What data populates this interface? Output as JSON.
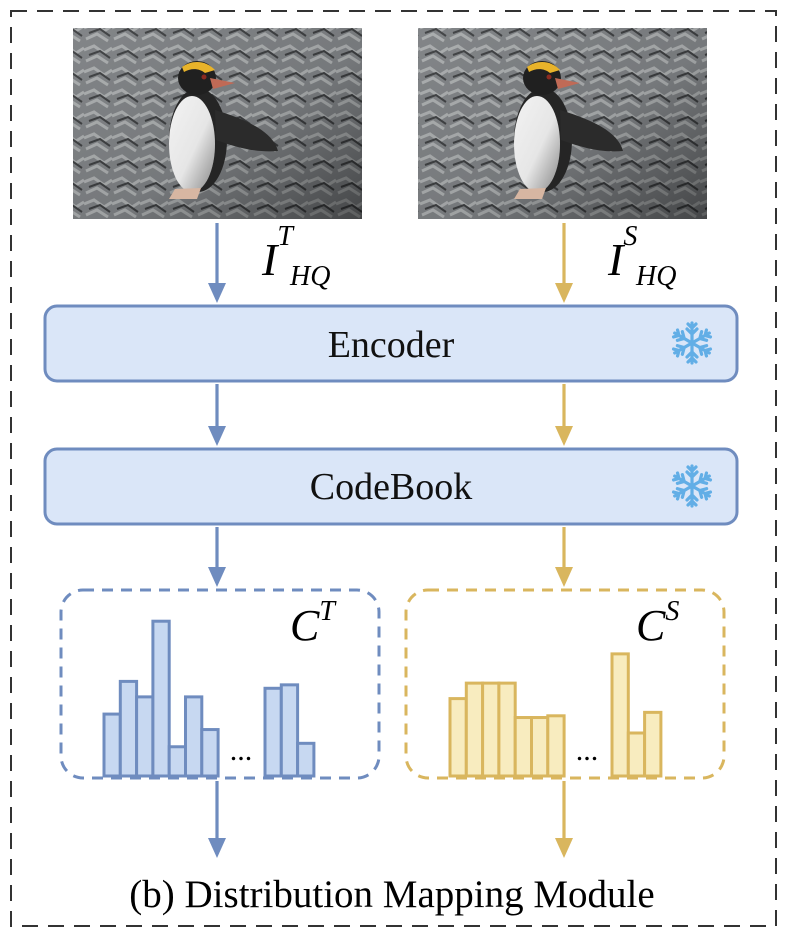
{
  "figure": {
    "caption": "(b) Distribution Mapping Module",
    "colors": {
      "teacher": "#6f8cbf",
      "student": "#d9b65e",
      "block_fill": "#dae6f8",
      "block_stroke": "#6f8cbf",
      "teacher_bar_fill": "#c7d8f1",
      "student_bar_fill": "#f8ecbf",
      "snowflake": "#62aee6"
    },
    "inputs": {
      "teacher": {
        "symbol": "I",
        "sup": "T",
        "sub": "HQ"
      },
      "student": {
        "symbol": "I",
        "sup": "S",
        "sub": "HQ"
      }
    },
    "blocks": {
      "encoder": {
        "label": "Encoder",
        "icon": "snowflake-icon"
      },
      "codebook": {
        "label": "CodeBook",
        "icon": "snowflake-icon"
      }
    },
    "distributions": {
      "teacher": {
        "symbol": "C",
        "sup": "T",
        "ellipsis": "...",
        "left_bars": [
          0.36,
          0.55,
          0.46,
          0.9,
          0.17,
          0.46,
          0.27
        ],
        "right_bars": [
          0.51,
          0.53,
          0.19
        ]
      },
      "student": {
        "symbol": "C",
        "sup": "S",
        "ellipsis": "...",
        "left_bars": [
          0.45,
          0.54,
          0.54,
          0.54,
          0.34,
          0.34,
          0.35
        ],
        "right_bars": [
          0.71,
          0.25,
          0.37
        ]
      }
    }
  }
}
